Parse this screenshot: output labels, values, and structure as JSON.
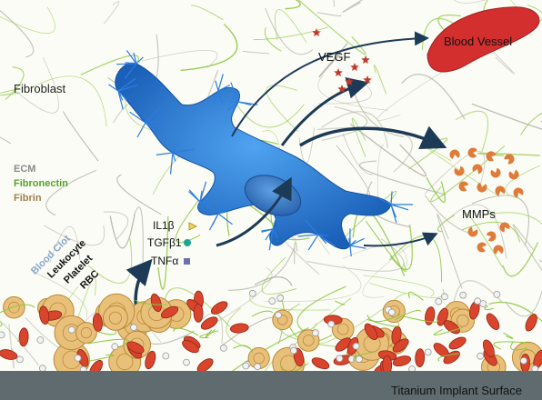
{
  "labels": {
    "blood_vessel": "Blood Vessel",
    "vegf": "VEGF",
    "fibroblast": "Fibroblast",
    "ecm": "ECM",
    "fibronectin": "Fibronectin",
    "fibrin": "Fibrin",
    "il1b": "IL1β",
    "tgfb1": "TGFβ1",
    "tnfa": "TNFα",
    "mmps": "MMPs",
    "blood_clot": "Blood Clot",
    "leukocyte": "Leukocyte",
    "platelet": "Platelet",
    "rbc": "RBC",
    "surface": "Titanium Implant Surface"
  },
  "colors": {
    "fiber_green": "#8ec63f",
    "fiber_gray": "#b5b5a8",
    "cell_blue": "#1f6fd1",
    "vessel_red": "#d32f2f",
    "star_red": "#c0392b",
    "mmp_orange": "#e07b39",
    "ecm_gray": "#8a8a8a",
    "fibronectin_green": "#5aa02c",
    "fibrin_brown": "#a08050",
    "leukocyte_tan": "#e9c07a",
    "rbc_red": "#d9442c",
    "surface_gray": "#5f6b6e",
    "arrow_navy": "#1d3a56"
  }
}
